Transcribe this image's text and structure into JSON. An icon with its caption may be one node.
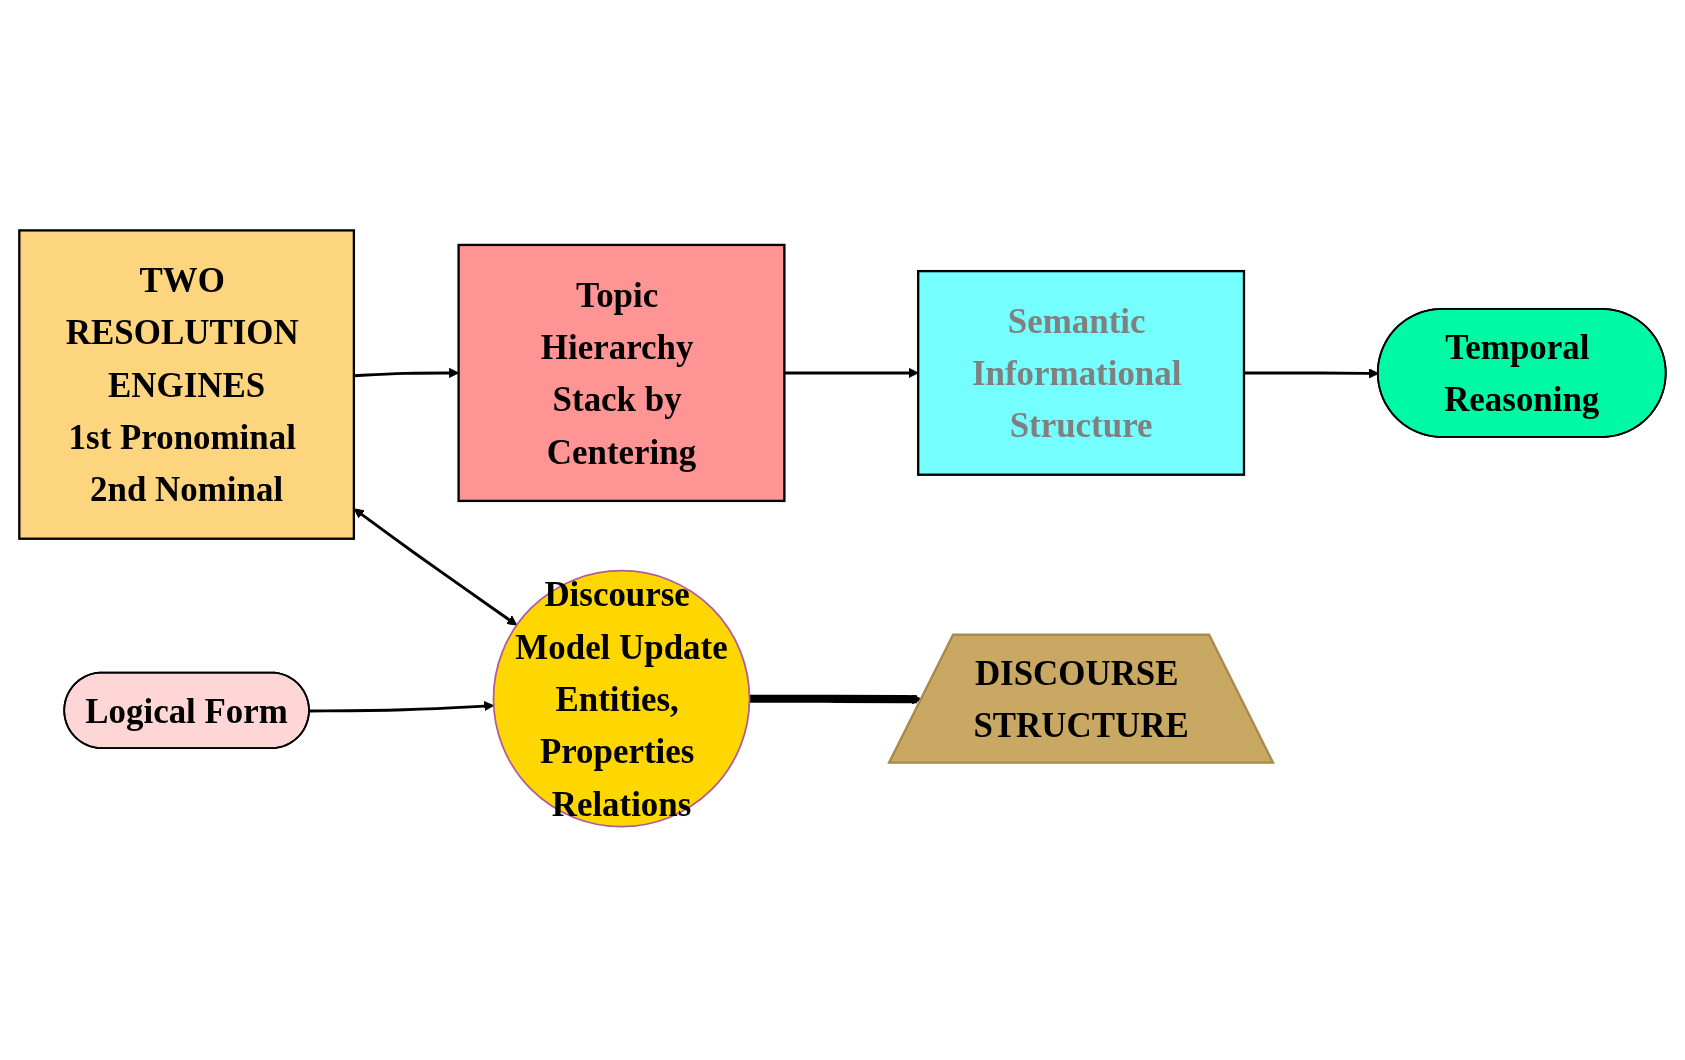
{
  "diagram": {
    "nodes": [
      {
        "text": [
          "TWO RESOLUTION ENGINES",
          "1st Pronominal 2nd Nominal"
        ]
      },
      {
        "text": [
          "Topic Hierarchy Stack by Centering"
        ]
      },
      {
        "text": [
          "Semantic Informational Structure"
        ]
      },
      {
        "text": [
          "Logical Form"
        ]
      },
      {
        "text": [
          "Temporal Reasoning"
        ]
      },
      {
        "text": [
          "Discourse Model Update",
          "Entities, Properties Relations"
        ]
      },
      {
        "text": [
          "DISCOURSE STRUCTURE"
        ]
      }
    ],
    "edges": [
      {
        "from": 0,
        "to": 1,
        "arrow": "to"
      },
      {
        "from": 1,
        "to": 2,
        "arrow": "to"
      },
      {
        "from": 2,
        "to": 4,
        "arrow": "to"
      },
      {
        "from": 3,
        "to": 5,
        "arrow": "to"
      },
      {
        "from": 0,
        "to": 5,
        "arrow": "both"
      },
      {
        "from": 5,
        "to": 6,
        "arrow": "to",
        "style": "thick"
      }
    ]
  }
}
